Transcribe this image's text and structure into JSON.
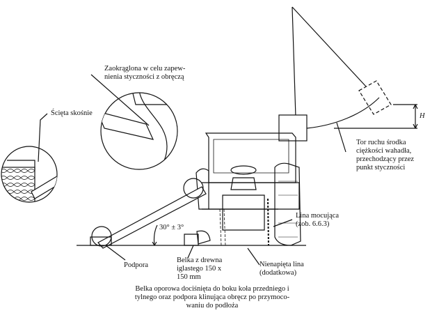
{
  "labels": {
    "rounded": [
      "Zaokrąglona w celu zapew-",
      "nienia styczności z obręczą"
    ],
    "beveled": "Ścięta skośnie",
    "trajectory": [
      "Tor ruchu środka",
      "ciężkości wahadła,",
      "przechodzący przez",
      "punkt styczności"
    ],
    "height_symbol": "H",
    "rope": [
      "Lina mocująca",
      "(zob. 6.6.3)"
    ],
    "angle": "30° ± 3°",
    "support": "Podpora",
    "beam": [
      "Belka z drewna",
      "iglastego 150 x",
      "150 mm"
    ],
    "slack_rope": [
      "Nienapięta lina",
      "(dodatkowa)"
    ],
    "caption": [
      "Belka oporowa dociśnięta do boku koła przedniego i",
      "tylnego oraz podpora klinująca obręcz po przymoco-",
      "waniu do podłoża"
    ]
  },
  "colors": {
    "ink": "#111111",
    "background": "#ffffff"
  }
}
